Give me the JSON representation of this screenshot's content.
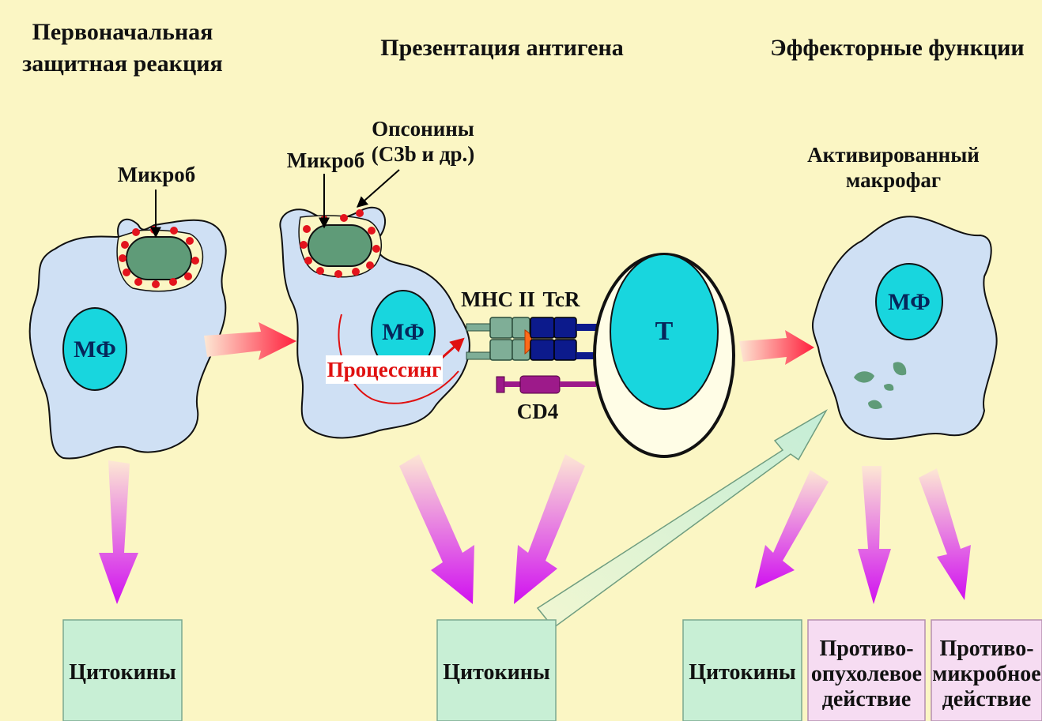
{
  "headers": {
    "initial_line1": "Первоначальная",
    "initial_line2": "защитная реакция",
    "presentation": "Презентация антигена",
    "effector": "Эффекторные функции"
  },
  "labels": {
    "microbe_1": "Микроб",
    "microbe_2": "Микроб",
    "opsonins_line1": "Опсонины",
    "opsonins_line2": "(C3b и др.)",
    "activated_line1": "Активированный",
    "activated_line2": "макрофаг",
    "mhc": "MHC II",
    "tcr": "TcR",
    "cd4": "CD4",
    "processing": "Процессинг"
  },
  "cells": {
    "mf_1": "МФ",
    "mf_2": "МФ",
    "mf_3": "МФ",
    "t_cell": "Т"
  },
  "boxes": {
    "cytokines_1": "Цитокины",
    "cytokines_2": "Цитокины",
    "cytokines_3": "Цитокины",
    "antitumor_line1": "Противо-",
    "antitumor_line2": "опухолевое",
    "antitumor_line3": "действие",
    "antimicrobial_line1": "Противо-",
    "antimicrobial_line2": "микробное",
    "antimicrobial_line3": "действие"
  },
  "colors": {
    "background": "#fbf6c4",
    "cell_body": "#cfe0f4",
    "nucleus": "#18d6de",
    "microbe": "#5f9b78",
    "opsonin": "#e3141d",
    "cytokine_box": "#c8efd5",
    "effect_box": "#f6dcf2",
    "mhc": "#7fae97",
    "tcr": "#0c1a8c",
    "cd4": "#9d1a8a"
  }
}
